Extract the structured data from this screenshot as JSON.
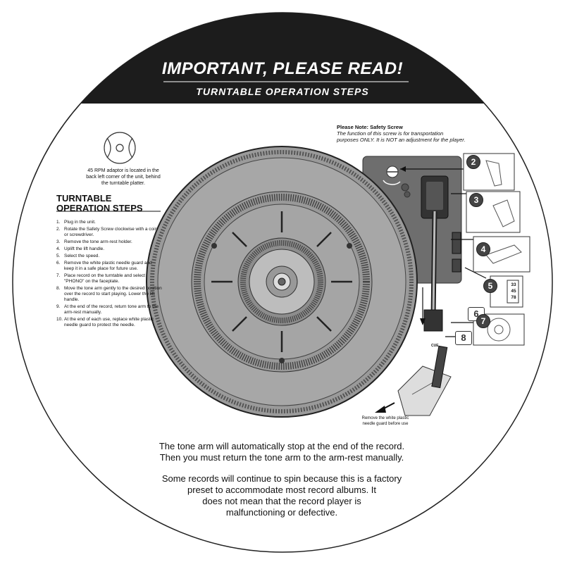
{
  "banner": {
    "title": "IMPORTANT, PLEASE READ!",
    "subtitle": "TURNTABLE OPERATION STEPS"
  },
  "safety_note": {
    "heading": "Please Note: Safety Screw",
    "line1": "The function of this screw is for transportation",
    "line2": "purposes ONLY. It is NOT an adjustment for the player."
  },
  "adaptor_note": {
    "line1": "45 RPM adaptor is located in the",
    "line2": "back left corner of the unit, behind",
    "line3": "the turntable platter."
  },
  "steps": {
    "heading1": "TURNTABLE",
    "heading2": "OPERATION STEPS",
    "items": [
      {
        "n": "1.",
        "text": "Plug in the unit."
      },
      {
        "n": "2.",
        "text": "Rotate the Safety Screw clockwise with a coin or screwdriver."
      },
      {
        "n": "3.",
        "text": "Remove the tone arm-rest holder."
      },
      {
        "n": "4.",
        "text": "Uplift the lift handle."
      },
      {
        "n": "5.",
        "text": "Select the speed."
      },
      {
        "n": "6.",
        "text": "Remove the white plastic needle guard and keep it in a safe place for future use."
      },
      {
        "n": "7.",
        "text": "Place record on the turntable and select \"PHONO\" on the faceplate."
      },
      {
        "n": "8.",
        "text": "Move the tone arm gently to the desired position over the record to start playing. Lower the lift handle."
      },
      {
        "n": "9.",
        "text": "At the end of the record, return tone arm to the arm-rest manually."
      },
      {
        "n": "10.",
        "text": "At the end of each use, replace white plastic needle guard to protect the needle."
      }
    ]
  },
  "speed_labels": [
    "33",
    "45",
    "78"
  ],
  "callouts": [
    "2",
    "3",
    "4",
    "5",
    "6",
    "7",
    "8"
  ],
  "cue_label": "CUE",
  "needle_note": {
    "line1": "Remove the white plastic",
    "line2": "needle guard before use"
  },
  "bottom": {
    "p1_line1": "The tone arm will automatically stop at the end of the record.",
    "p1_line2": "Then you must return the tone arm to the arm-rest manually.",
    "p2_line1": "Some records will continue to spin because this is a factory",
    "p2_line2": "preset to accommodate most record albums. It",
    "p2_line3": "does not mean that the record player is",
    "p2_line4": "malfunctioning or defective."
  }
}
